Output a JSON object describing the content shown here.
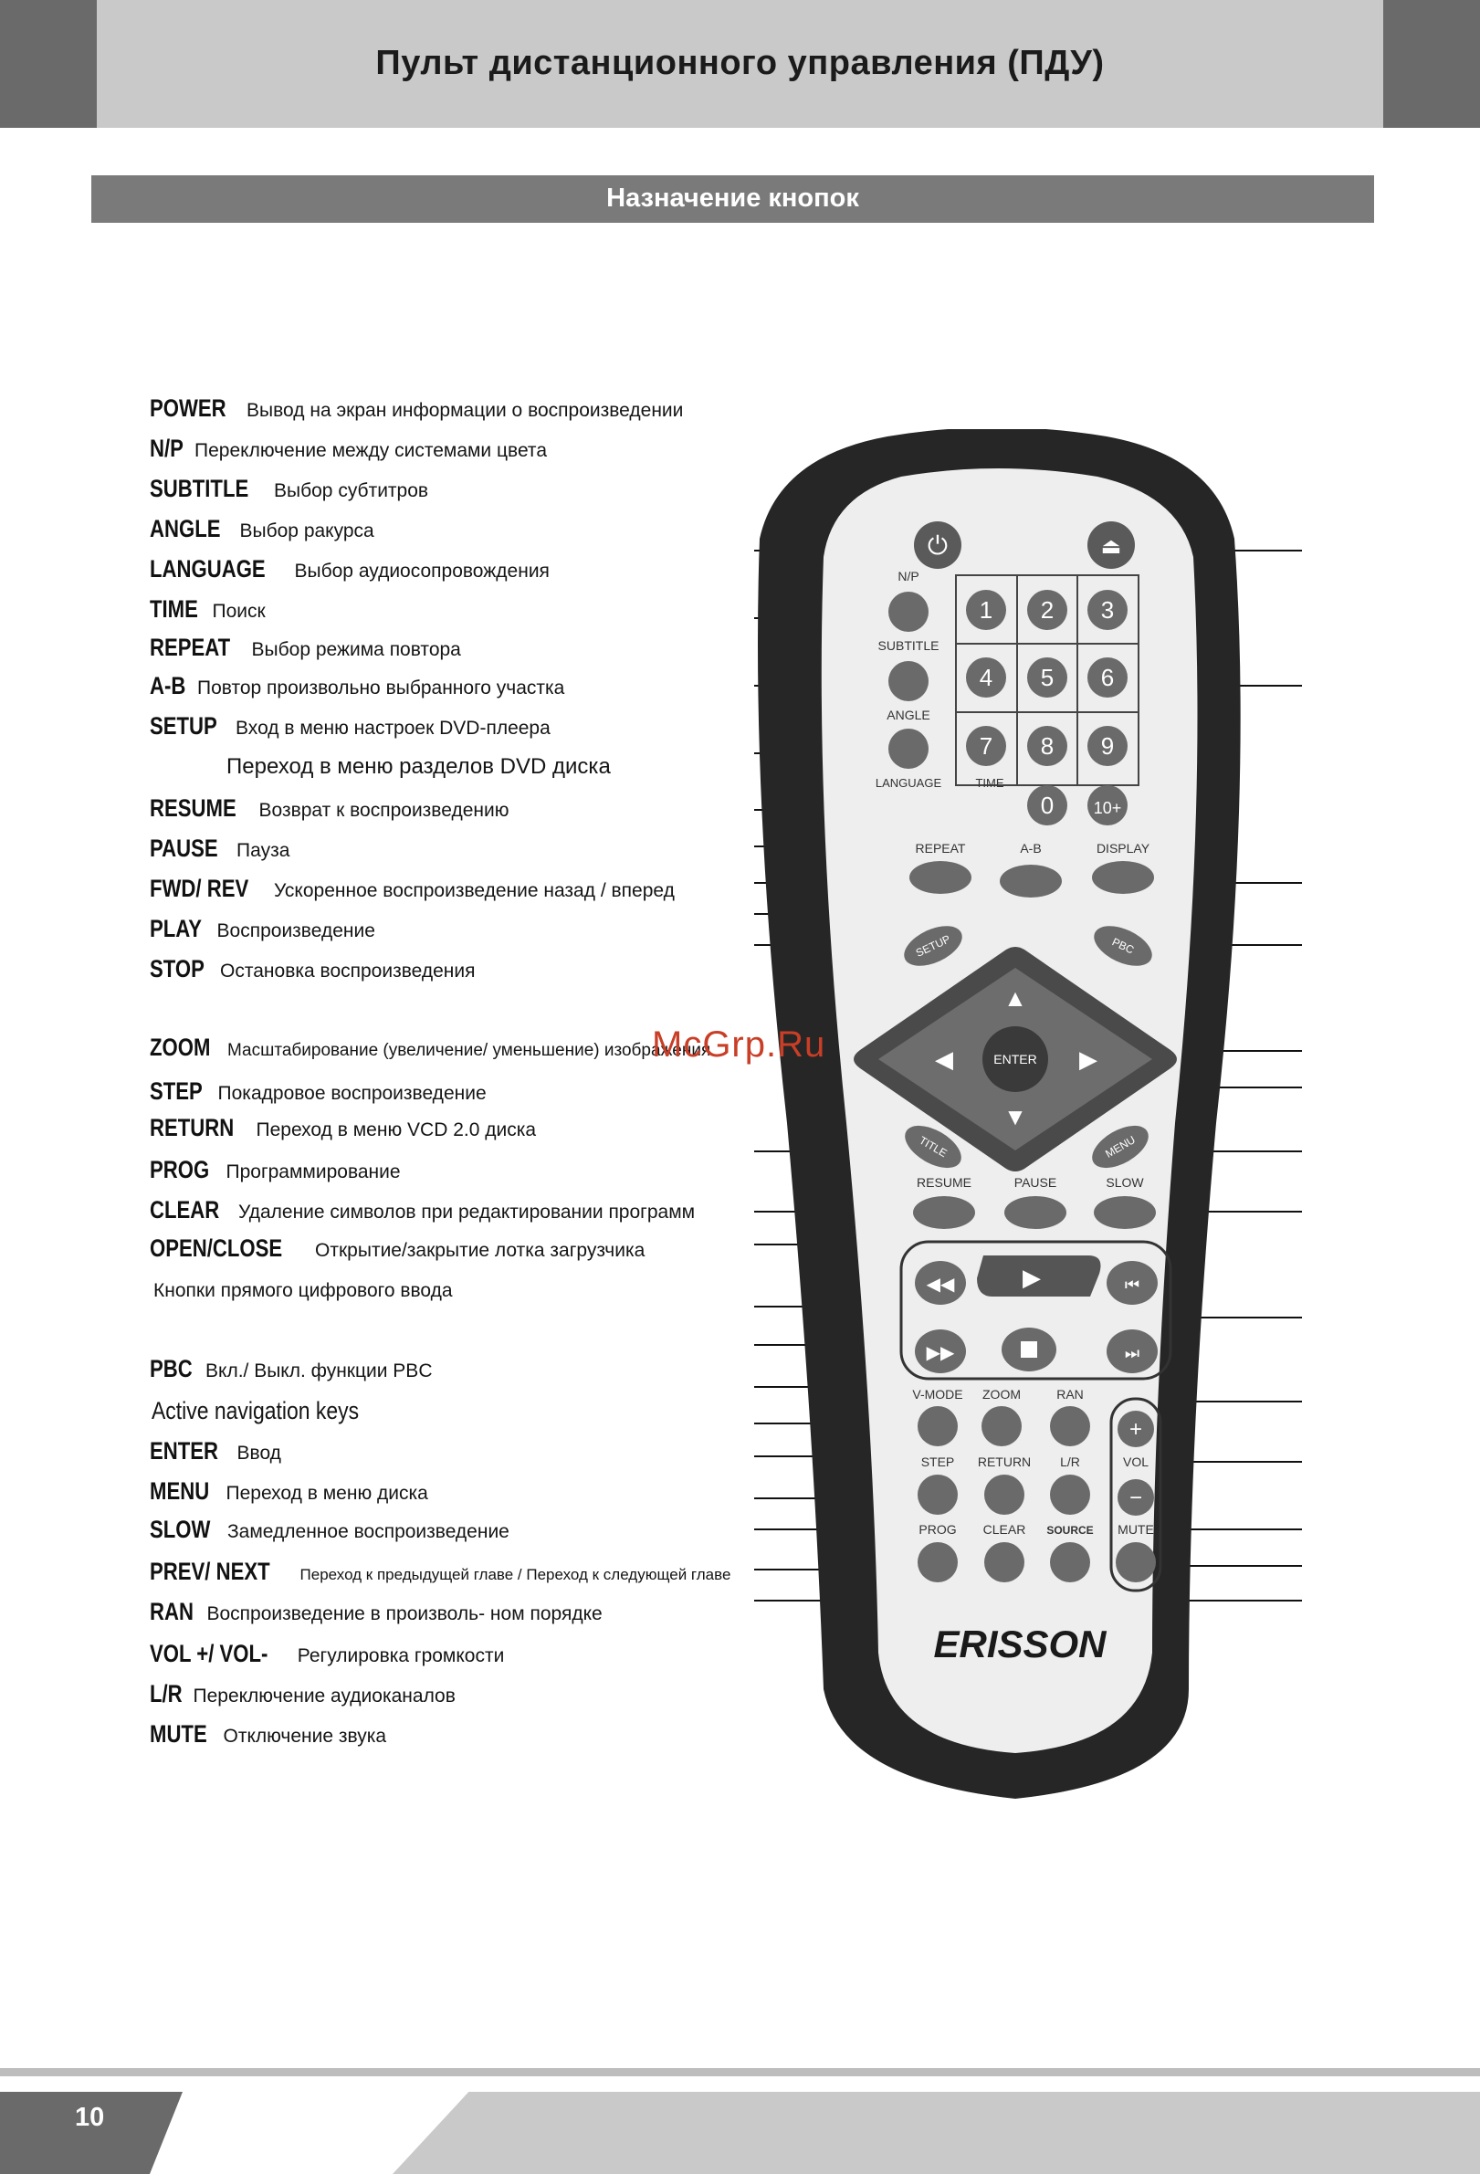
{
  "header": {
    "title": "Пульт дистанционного управления (ПДУ)"
  },
  "section": {
    "title": "Назначение кнопок"
  },
  "items": [
    {
      "key": "POWER",
      "desc": "Вывод на экран информации о воспроизведении"
    },
    {
      "key": "N/P",
      "desc": "Переключение между системами цвета"
    },
    {
      "key": "SUBTITLE",
      "desc": "Выбор субтитров"
    },
    {
      "key": "ANGLE",
      "desc": "Выбор ракурса"
    },
    {
      "key": "LANGUAGE",
      "desc": "Выбор аудиосопровождения"
    },
    {
      "key": "TIME",
      "desc": "Поиск"
    },
    {
      "key": "REPEAT",
      "desc": "Выбор режима повтора"
    },
    {
      "key": "A-B",
      "desc": "Повтор произвольно выбранного участка"
    },
    {
      "key": "SETUP",
      "desc": "Вход в меню настроек DVD-плеера"
    },
    {
      "key": "",
      "desc": "Переход в меню разделов DVD диска"
    },
    {
      "key": "RESUME",
      "desc": "Возврат к воспроизведению"
    },
    {
      "key": "PAUSE",
      "desc": "Пауза"
    },
    {
      "key": "FWD/ REV",
      "desc": "Ускоренное воспроизведение  назад / вперед"
    },
    {
      "key": "PLAY",
      "desc": "Воспроизведение"
    },
    {
      "key": "STOP",
      "desc": "Остановка воспроизведения"
    },
    {
      "key": "ZOOM",
      "desc": "Масштабирование (увеличение/ уменьшение) изображения"
    },
    {
      "key": "STEP",
      "desc": "Покадровое воспроизведение"
    },
    {
      "key": "RETURN",
      "desc": "Переход в меню VCD 2.0 диска"
    },
    {
      "key": "PROG",
      "desc": "Программирование"
    },
    {
      "key": "CLEAR",
      "desc": "Удаление символов при редактировании программ"
    },
    {
      "key": "OPEN/CLOSE",
      "desc": "Открытие/закрытие  лотка загрузчика"
    },
    {
      "key": "",
      "desc": "Кнопки прямого  цифрового ввода"
    },
    {
      "key": "PBC",
      "desc": "Вкл./ Выкл. функции PBC"
    },
    {
      "key": "",
      "desc": "Active navigation keys"
    },
    {
      "key": "ENTER",
      "desc": "Ввод"
    },
    {
      "key": "MENU",
      "desc": "Переход в меню диска"
    },
    {
      "key": "SLOW",
      "desc": "Замедленное воспроизведение"
    },
    {
      "key": "PREV/ NEXT",
      "desc": "Переход к предыдущей главе / Переход к следующей главе"
    },
    {
      "key": "RAN",
      "desc": "Воспроизведение в произволь- ном порядке"
    },
    {
      "key": "VOL +/ VOL-",
      "desc": "Регулировка громкости"
    },
    {
      "key": "L/R",
      "desc": "Переключение аудиоканалов"
    },
    {
      "key": "MUTE",
      "desc": "Отключение звука"
    }
  ],
  "watermark": "McGrp.Ru",
  "remote": {
    "brand": "ERISSON",
    "labels": {
      "np": "N/P",
      "subtitle": "SUBTITLE",
      "angle": "ANGLE",
      "language": "LANGUAGE",
      "time": "TIME",
      "repeat": "REPEAT",
      "ab": "A-B",
      "display": "DISPLAY",
      "setup": "SETUP",
      "pbc": "PBC",
      "enter": "ENTER",
      "title": "TITLE",
      "menu": "MENU",
      "resume": "RESUME",
      "pause": "PAUSE",
      "slow": "SLOW",
      "vmode": "V-MODE",
      "zoom": "ZOOM",
      "ran": "RAN",
      "step": "STEP",
      "return": "RETURN",
      "lr": "L/R",
      "vol": "VOL",
      "prog": "PROG",
      "clear": "CLEAR",
      "source": "SOURCE",
      "mute": "MUTE",
      "plus": "+",
      "minus": "−"
    },
    "digits": [
      "1",
      "2",
      "3",
      "4",
      "5",
      "6",
      "7",
      "8",
      "9",
      "0",
      "10+"
    ]
  },
  "footer": {
    "page_number": "10"
  }
}
